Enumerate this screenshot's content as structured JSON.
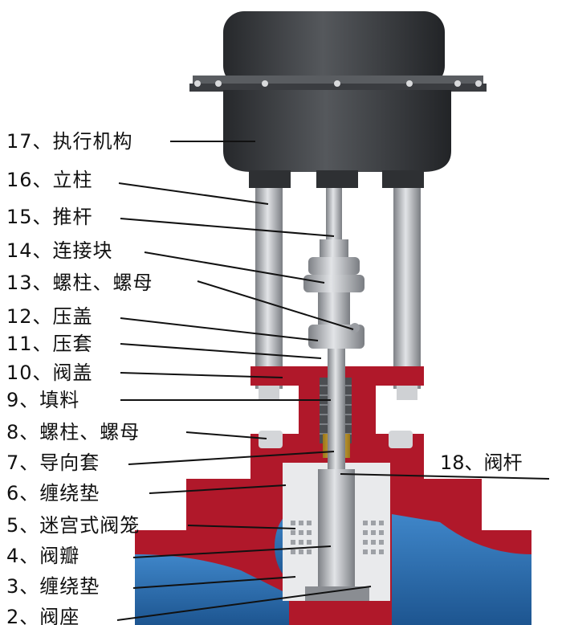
{
  "diagram": {
    "labels": [
      {
        "id": "17",
        "text": "17、执行机构"
      },
      {
        "id": "16",
        "text": "16、立柱"
      },
      {
        "id": "15",
        "text": "15、推杆"
      },
      {
        "id": "14",
        "text": "14、连接块"
      },
      {
        "id": "13",
        "text": "13、螺柱、螺母"
      },
      {
        "id": "12",
        "text": "12、压盖"
      },
      {
        "id": "11",
        "text": "11、压套"
      },
      {
        "id": "10",
        "text": "10、阀盖"
      },
      {
        "id": "9",
        "text": "9、填料"
      },
      {
        "id": "8",
        "text": "8、螺柱、螺母"
      },
      {
        "id": "7",
        "text": "7、导向套"
      },
      {
        "id": "6",
        "text": "6、缠绕垫"
      },
      {
        "id": "5",
        "text": "5、迷宫式阀笼"
      },
      {
        "id": "4",
        "text": "4、阀瓣"
      },
      {
        "id": "3",
        "text": "3、缠绕垫"
      },
      {
        "id": "2",
        "text": "2、阀座"
      },
      {
        "id": "18",
        "text": "18、阀杆"
      }
    ],
    "colors": {
      "actuator": "#3b3d40",
      "body_red": "#b0182a",
      "flow_blue": "#2c6fb0",
      "steel": "#b9bcc0",
      "guide_brass": "#c8a032",
      "packing": "#555555"
    }
  }
}
